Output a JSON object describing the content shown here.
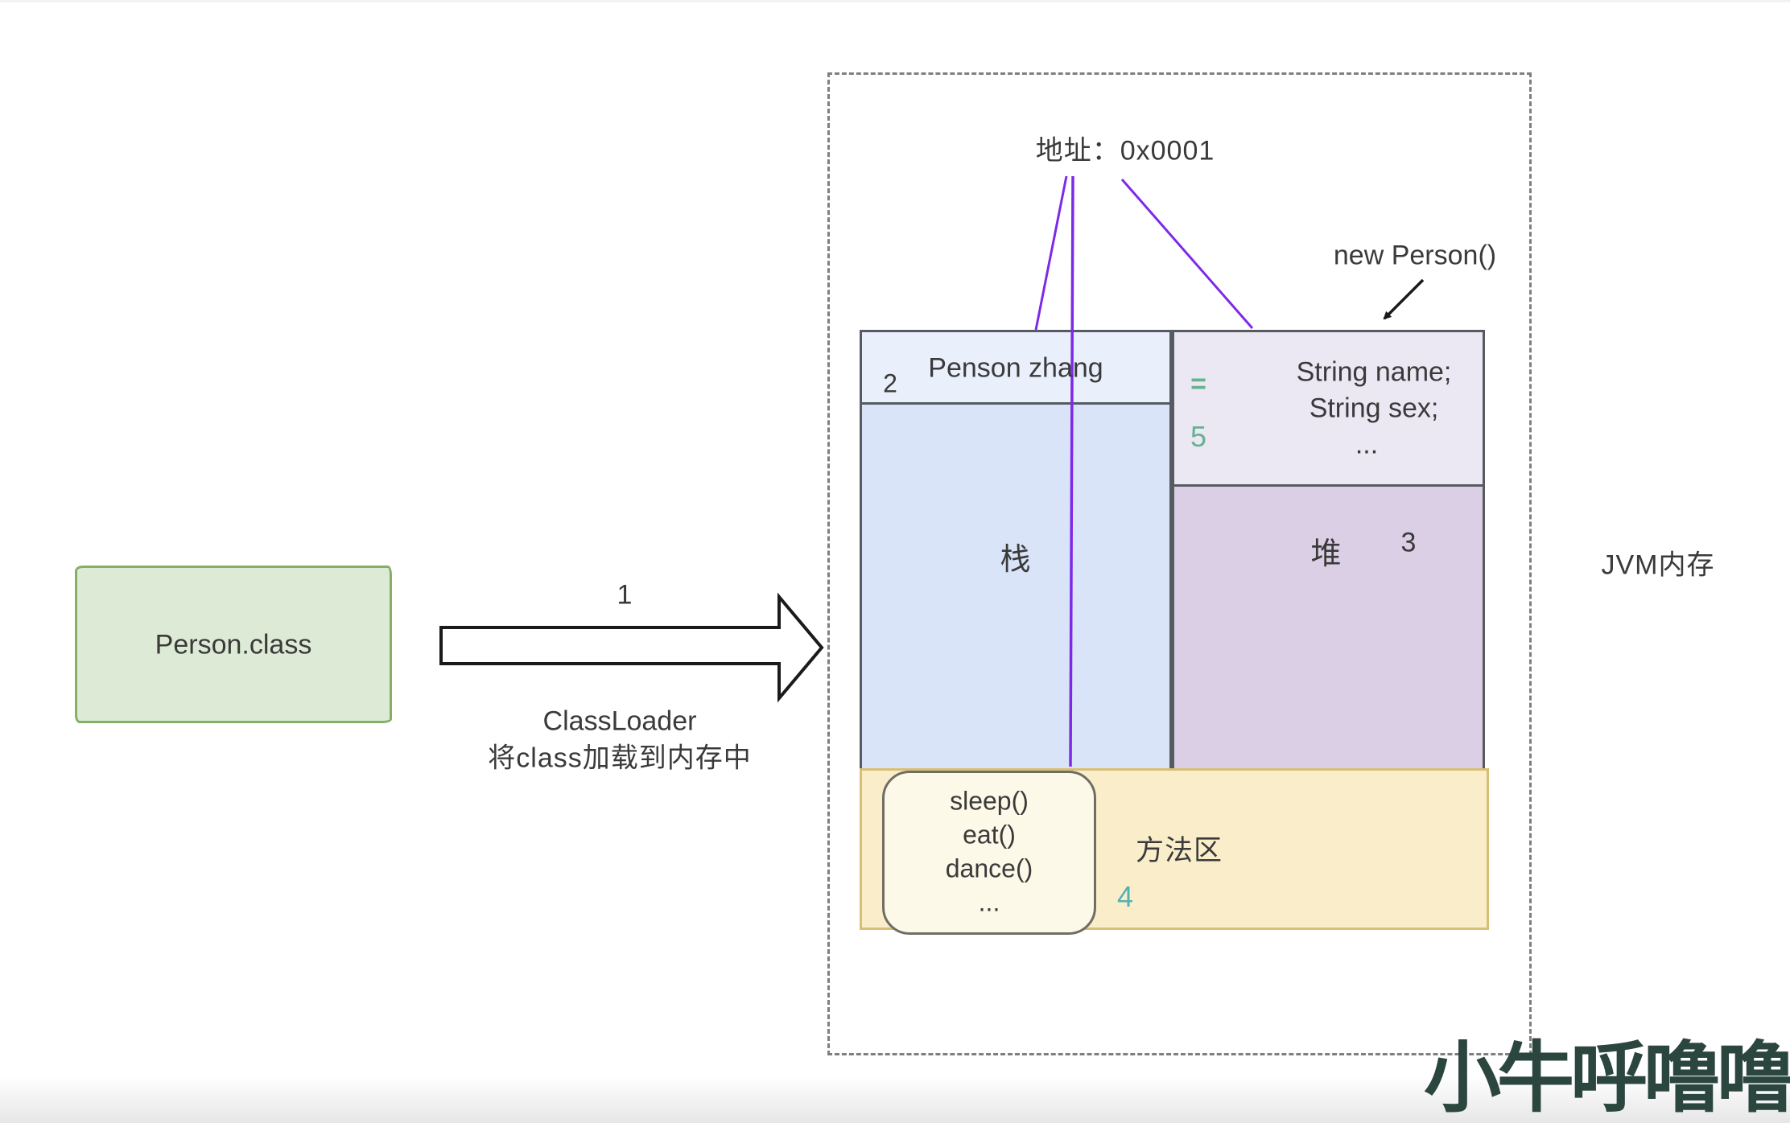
{
  "diagram": {
    "source_class": {
      "label": "Person.class"
    },
    "load_step": {
      "number": "1",
      "caption_line1": "ClassLoader",
      "caption_line2": "将class加载到内存中"
    },
    "jvm_region": {
      "label": "JVM内存",
      "address_label": "地址：0x0001",
      "new_person_label": "new Person()",
      "stack": {
        "step_number": "2",
        "frame_value": "Penson zhang",
        "label": "栈"
      },
      "object_block": {
        "assign_mark": "=",
        "step_number": "5",
        "fields": [
          "String name;",
          "String sex;",
          "..."
        ]
      },
      "heap": {
        "label": "堆",
        "step_number": "3"
      },
      "method_area": {
        "label": "方法区",
        "step_number": "4",
        "methods": [
          "sleep()",
          "eat()",
          "dance()",
          "..."
        ]
      }
    },
    "watermark": "小牛呼噜噜",
    "colors": {
      "source_fill": "#ddebd6",
      "source_border": "#83af67",
      "stack_fill": "#d9e4f8",
      "stack_frame_fill": "#eaeffc",
      "object_fill": "#ece8f3",
      "heap_fill": "#dbcfe6",
      "method_area_fill": "#faeeca",
      "method_box_fill": "#fdf9e8",
      "box_border": "#565b61",
      "method_border": "#d9bf75",
      "pointer_purple": "#7d2ae8",
      "step_green": "#68b193",
      "step_teal": "#55b0b4",
      "watermark_color": "#2b453f"
    }
  }
}
